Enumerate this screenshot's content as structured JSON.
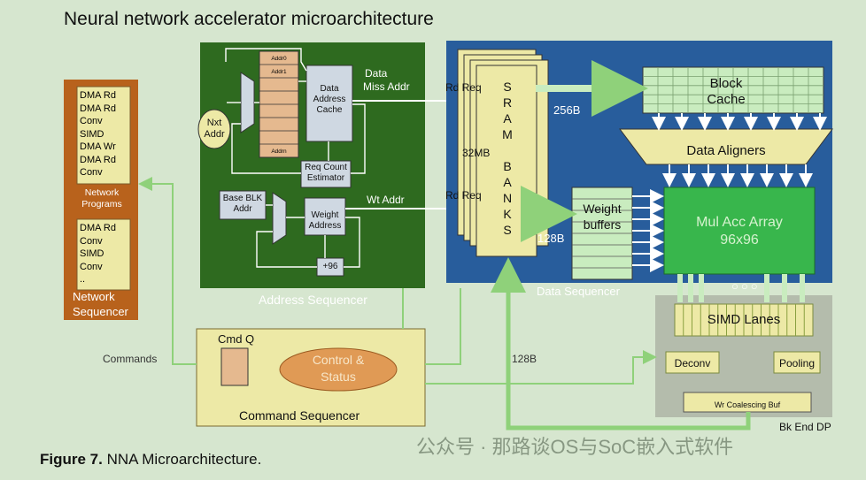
{
  "title": "Neural network accelerator microarchitecture",
  "network_sequencer": {
    "label_line1": "Network",
    "label_line2": "Sequencer",
    "programs_title_line1": "Network",
    "programs_title_line2": "Programs",
    "list_top": [
      "DMA Rd",
      "DMA Rd",
      "Conv",
      "SIMD",
      "DMA Wr",
      "DMA Rd",
      "Conv"
    ],
    "list_bottom": [
      "DMA Rd",
      "Conv",
      "SIMD",
      "Conv",
      ".."
    ]
  },
  "address_sequencer": {
    "label": "Address Sequencer",
    "nxt_addr_line1": "Nxt",
    "nxt_addr_line2": "Addr",
    "addr_regs": [
      "Addr0",
      "Addr1",
      "",
      "",
      "",
      "",
      "",
      "Addrn"
    ],
    "data_cache_lines": [
      "Data",
      "Address",
      "Cache"
    ],
    "req_count_lines": [
      "Req Count",
      "Estimator"
    ],
    "base_blk_lines": [
      "Base BLK",
      "Addr"
    ],
    "weight_addr_lines": [
      "Weight",
      "Address"
    ],
    "plus96": "+96"
  },
  "labels": {
    "data_miss_line1": "Data",
    "data_miss_line2": "Miss Addr",
    "wt_addr": "Wt Addr",
    "rd_req_top": "Rd Req",
    "rd_req_bottom": "Rd Req",
    "mb32": "32MB",
    "b256": "256B",
    "b128": "128B",
    "b128_down": "128B",
    "commands": "Commands"
  },
  "data_sequencer": {
    "label": "Data Sequencer",
    "sram_letters": [
      "S",
      "R",
      "A",
      "M",
      "",
      "B",
      "A",
      "N",
      "K",
      "S"
    ],
    "block_cache_line1": "Block",
    "block_cache_line2": "Cache",
    "data_aligners": "Data Aligners",
    "weight_buffers_line1": "Weight",
    "weight_buffers_line2": "buffers",
    "mul_acc_line1": "Mul Acc Array",
    "mul_acc_line2": "96x96"
  },
  "back_end": {
    "label": "Bk End DP",
    "simd_lanes": "SIMD Lanes",
    "deconv": "Deconv",
    "pooling": "Pooling",
    "wr_coalescing": "Wr Coalescing Buf"
  },
  "command_sequencer": {
    "label": "Command Sequencer",
    "cmd_q": "Cmd Q",
    "control_line1": "Control &",
    "control_line2": "Status"
  },
  "caption": {
    "bold": "Figure 7.",
    "text": " NNA Microarchitecture."
  },
  "watermark": "公众号 · 那路谈OS与SoC嵌入式软件",
  "colors": {
    "background": "#d6e6cf",
    "address_sequencer": "#2e6a1f",
    "network_sequencer": "#b8621c",
    "data_sequencer": "#285d9c",
    "command_sequencer": "#ede9a6",
    "back_end": "#b4bcac",
    "mul_acc": "#38b64c",
    "bus": "#8fd17a"
  }
}
